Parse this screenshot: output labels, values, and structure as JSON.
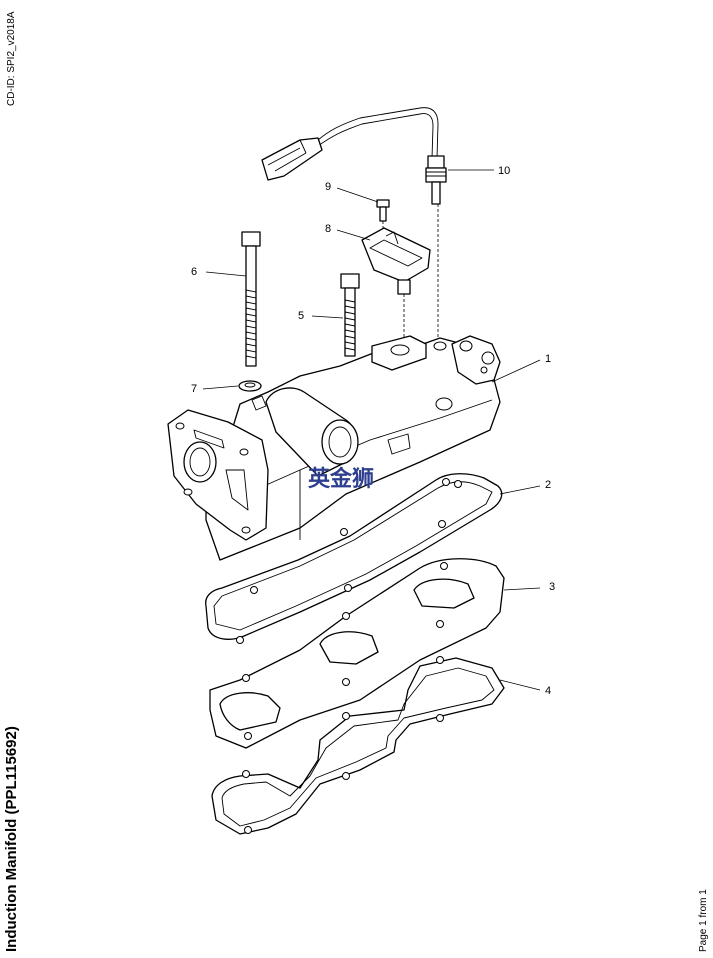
{
  "header": {
    "cd_id": "CD-ID: SPI2_v2018A"
  },
  "title": "Induction Manifold (PPL115692)",
  "footer": {
    "page": "Page 1 from 1"
  },
  "watermark": "英金狮",
  "callouts": [
    "1",
    "2",
    "3",
    "4",
    "5",
    "6",
    "7",
    "8",
    "9",
    "10"
  ],
  "colors": {
    "watermark": "#2f3f8f",
    "lines": "#000000"
  }
}
